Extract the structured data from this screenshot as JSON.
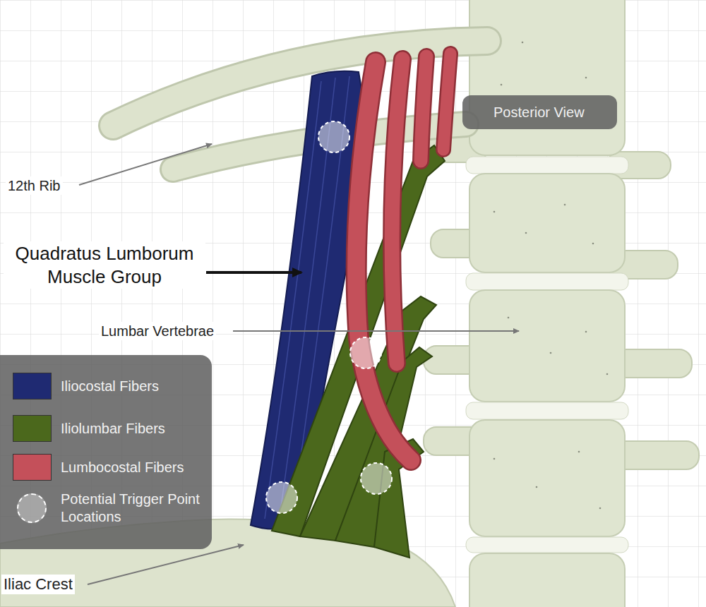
{
  "diagram": {
    "nodes": [
      {
        "text": [
          "Posterior View"
        ]
      }
    ],
    "labels": [
      "12th Rib",
      "Quadratus Lumborum Muscle Group",
      "Lumbar Vertebrae",
      "Iliac Crest"
    ],
    "legend": [
      {
        "text": "Iliocostal Fibers",
        "color": "#1f2a72"
      },
      {
        "text": "Iliolumbar Fibers",
        "color": "#4b681c"
      },
      {
        "text": "Lumbocostal Fibers",
        "color": "#c4505a"
      },
      {
        "text": "Potential Trigger Point Locations"
      }
    ]
  }
}
